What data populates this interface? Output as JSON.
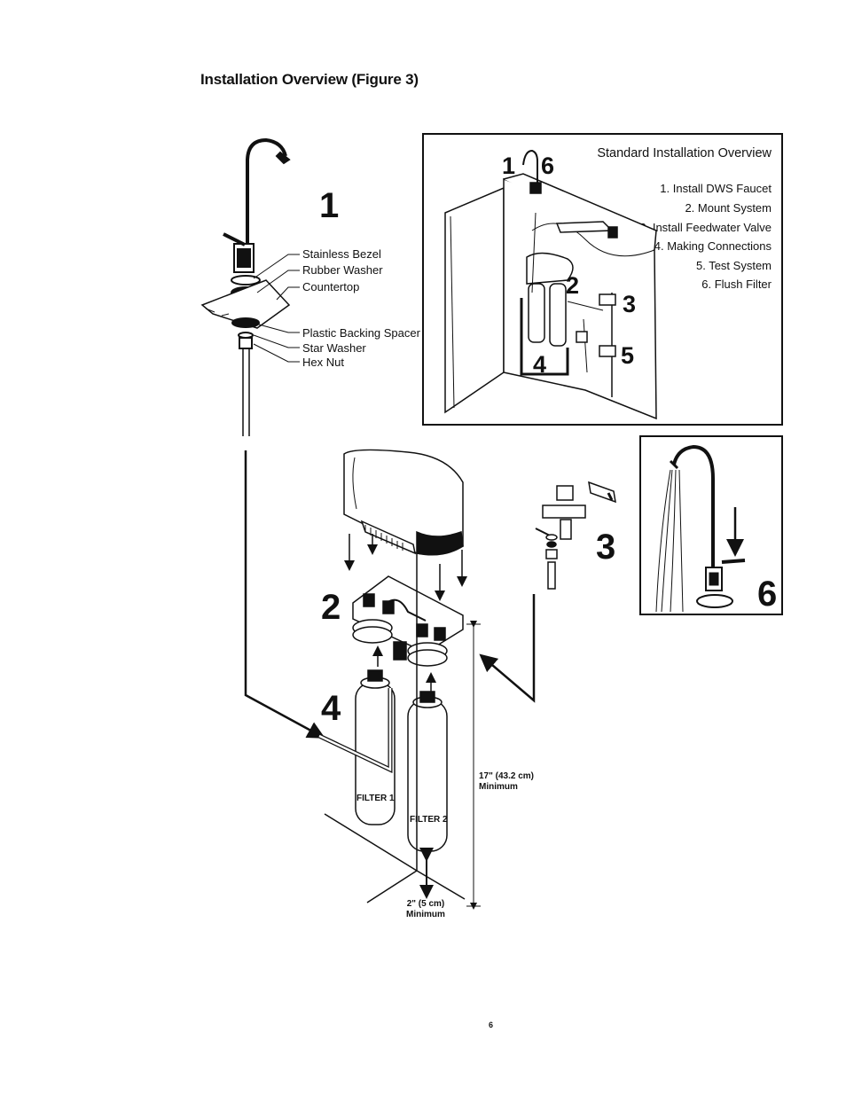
{
  "title": "Installation Overview (Figure 3)",
  "page_number": "6",
  "faucet_parts": [
    "Stainless Bezel",
    "Rubber Washer",
    "Countertop",
    "Plastic Backing Spacer",
    "Star Washer",
    "Hex Nut"
  ],
  "overview": {
    "title": "Standard Installation Overview",
    "steps": [
      "1. Install DWS Faucet",
      "2. Mount System",
      "3. Install Feedwater Valve",
      "4. Making Connections",
      "5. Test System",
      "6. Flush Filter"
    ]
  },
  "step_numbers": {
    "s1": "1",
    "s2": "2",
    "s3": "3",
    "s4": "4",
    "s5": "5",
    "s6": "6"
  },
  "filters": {
    "filter1": "FILTER 1",
    "filter2": "FILTER 2"
  },
  "dimensions": {
    "height_value": "17\" (43.2 cm)",
    "height_note": "Minimum",
    "clearance_value": "2\" (5 cm)",
    "clearance_note": "Minimum"
  }
}
